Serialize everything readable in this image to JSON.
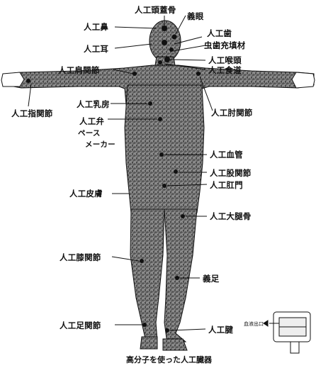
{
  "caption": "高分子を使った人工臓器",
  "labels": {
    "skull": "人工頭蓋骨",
    "eye": "義眼",
    "nose": "人工鼻",
    "ear": "人工耳",
    "tooth": "人工歯",
    "filling": "虫歯充填材",
    "larynx": "人工喉頭",
    "esophagus": "人工食道",
    "shoulder": "人工肩関節",
    "breast": "人工乳房",
    "finger": "人工指関節",
    "valve": "人工弁",
    "pacemaker_1": "ペース",
    "pacemaker_2": "メーカー",
    "elbow": "人工肘関節",
    "vessel": "人工血管",
    "hip": "人工股関節",
    "anus": "人工肛門",
    "skin": "人工皮膚",
    "femur": "人工大腿骨",
    "knee": "人工膝関節",
    "leg": "義足",
    "ankle": "人工足関節",
    "tendon": "人工腱",
    "device_label": "血液出口"
  },
  "colors": {
    "body_fill": "#7a7a7a",
    "body_texture": "#1a1a1a",
    "line": "#111111"
  }
}
